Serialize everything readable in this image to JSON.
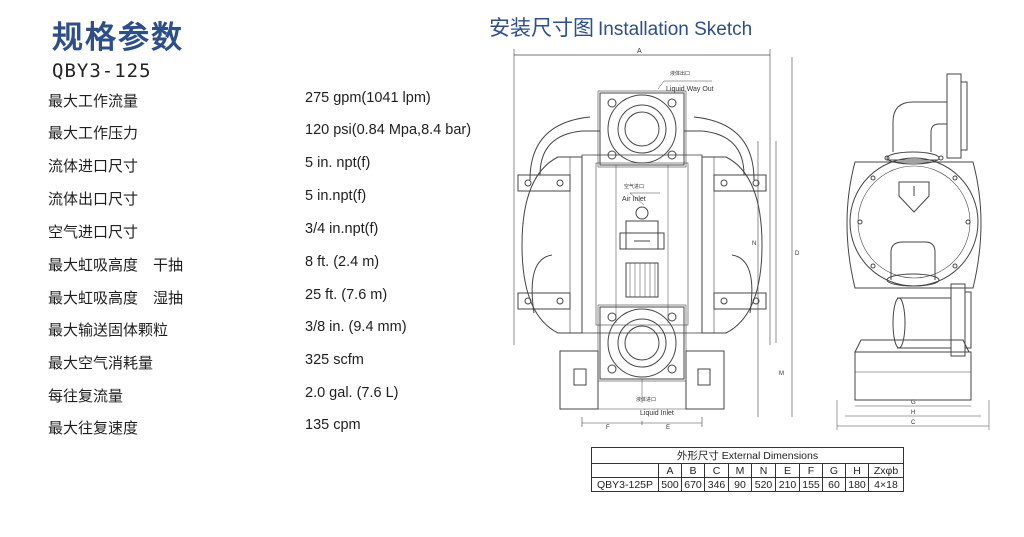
{
  "left": {
    "title": "规格参数",
    "model": "QBY3-125",
    "specs": [
      {
        "label": "最大工作流量",
        "value": "275 gpm(1041 lpm)"
      },
      {
        "label": "最大工作压力",
        "value": "120 psi(0.84 Mpa,8.4 bar)"
      },
      {
        "label": "流体进口尺寸",
        "value": "5 in. npt(f)"
      },
      {
        "label": "流体出口尺寸",
        "value": "5 in.npt(f)"
      },
      {
        "label": "空气进口尺寸",
        "value": "3/4 in.npt(f)"
      },
      {
        "label": "最大虹吸高度　干抽",
        "value": "8 ft. (2.4 m)"
      },
      {
        "label": "最大虹吸高度　湿抽",
        "value": "25 ft. (7.6 m)"
      },
      {
        "label": "最大输送固体颗粒",
        "value": "3/8 in. (9.4 mm)"
      },
      {
        "label": "最大空气消耗量",
        "value": "325 scfm"
      },
      {
        "label": "每往复流量",
        "value": "2.0 gal. (7.6 L)"
      },
      {
        "label": "最大往复速度",
        "value": "135 cpm"
      }
    ]
  },
  "right": {
    "title_cn": "安装尺寸图",
    "title_en": "Installation Sketch",
    "drawing_labels": {
      "outlet_cn": "液体出口",
      "outlet_en": "Liquid Way Out",
      "air_cn": "空气进口",
      "air_en": "Air Inlet",
      "inlet_cn": "液体进口",
      "inlet_en": "Liquid Inlet",
      "dim_a": "A",
      "dim_f": "F",
      "dim_e": "E",
      "dim_n": "N",
      "dim_m": "M",
      "dim_d": "D",
      "dim_g": "G",
      "dim_h": "H",
      "dim_c": "C"
    }
  },
  "table": {
    "caption": "外形尺寸 External Dimensions",
    "headers": [
      "A",
      "B",
      "C",
      "M",
      "N",
      "E",
      "F",
      "G",
      "H",
      "Zxφb"
    ],
    "model": "QBY3-125P",
    "values": [
      "500",
      "670",
      "346",
      "90",
      "520",
      "210",
      "155",
      "60",
      "180",
      "4×18"
    ]
  }
}
